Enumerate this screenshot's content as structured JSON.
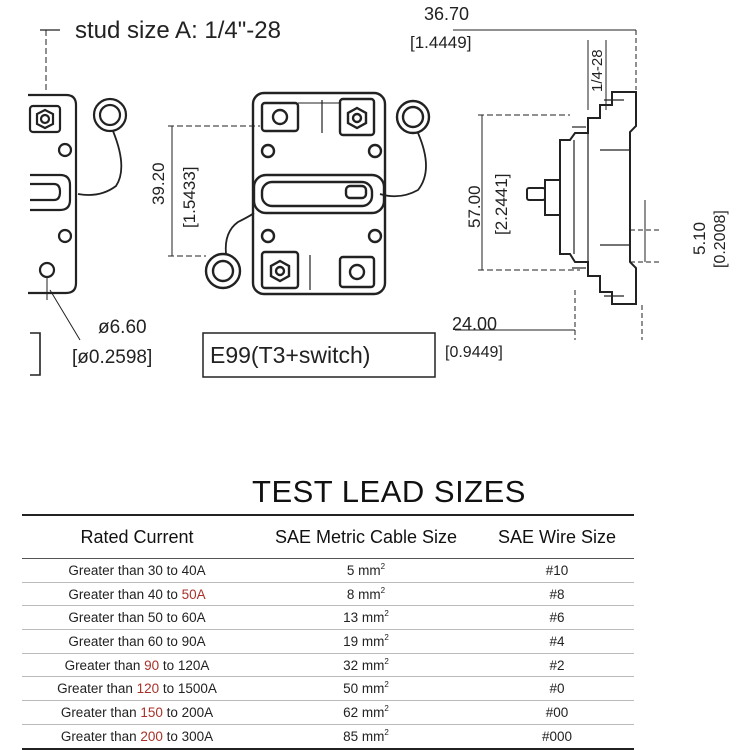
{
  "drawing": {
    "stud_size": "stud size A: 1/4\"-28",
    "dim_width_mm": "36.70",
    "dim_width_in": "[1.4449]",
    "stud_thread": "1/4-28",
    "dim_hole_spacing_mm": "39.20",
    "dim_hole_spacing_in": "[1.5433]",
    "dim_height_mm": "57.00",
    "dim_height_in": "[2.2441]",
    "dim_flange_mm": "5.10",
    "dim_flange_in": "[0.2008]",
    "dim_hole_dia_mm": "ø6.60",
    "dim_hole_dia_in": "[ø0.2598]",
    "dim_depth_mm": "24.00",
    "dim_depth_in": "[0.9449]",
    "model_label": "E99(T3+switch)"
  },
  "table": {
    "title": "TEST LEAD SIZES",
    "headers": [
      "Rated Current",
      "SAE Metric Cable Size",
      "SAE Wire Size"
    ],
    "highlight_color": "#a8322a",
    "rows": [
      {
        "pre": "Greater than 30 to 40A",
        "hl": "",
        "post": "",
        "cable": "5 mm",
        "sup": "2",
        "wire": "#10"
      },
      {
        "pre": "Greater than 40 to ",
        "hl": "50A",
        "post": "",
        "cable": "8 mm",
        "sup": "2",
        "wire": "#8"
      },
      {
        "pre": "Greater than 50 to 60A",
        "hl": "",
        "post": "",
        "cable": "13 mm",
        "sup": "2",
        "wire": "#6"
      },
      {
        "pre": "Greater than 60 to 90A",
        "hl": "",
        "post": "",
        "cable": "19 mm",
        "sup": "2",
        "wire": "#4"
      },
      {
        "pre": "Greater than ",
        "hl": "90",
        "post": " to 120A",
        "cable": "32 mm",
        "sup": "2",
        "wire": "#2"
      },
      {
        "pre": "Greater than ",
        "hl": "120",
        "post": " to 1500A",
        "cable": "50 mm",
        "sup": "2",
        "wire": "#0"
      },
      {
        "pre": "Greater than ",
        "hl": "150",
        "post": " to 200A",
        "cable": "62 mm",
        "sup": "2",
        "wire": "#00"
      },
      {
        "pre": "Greater than ",
        "hl": "200",
        "post": " to 300A",
        "cable": "85 mm",
        "sup": "2",
        "wire": "#000"
      }
    ]
  }
}
